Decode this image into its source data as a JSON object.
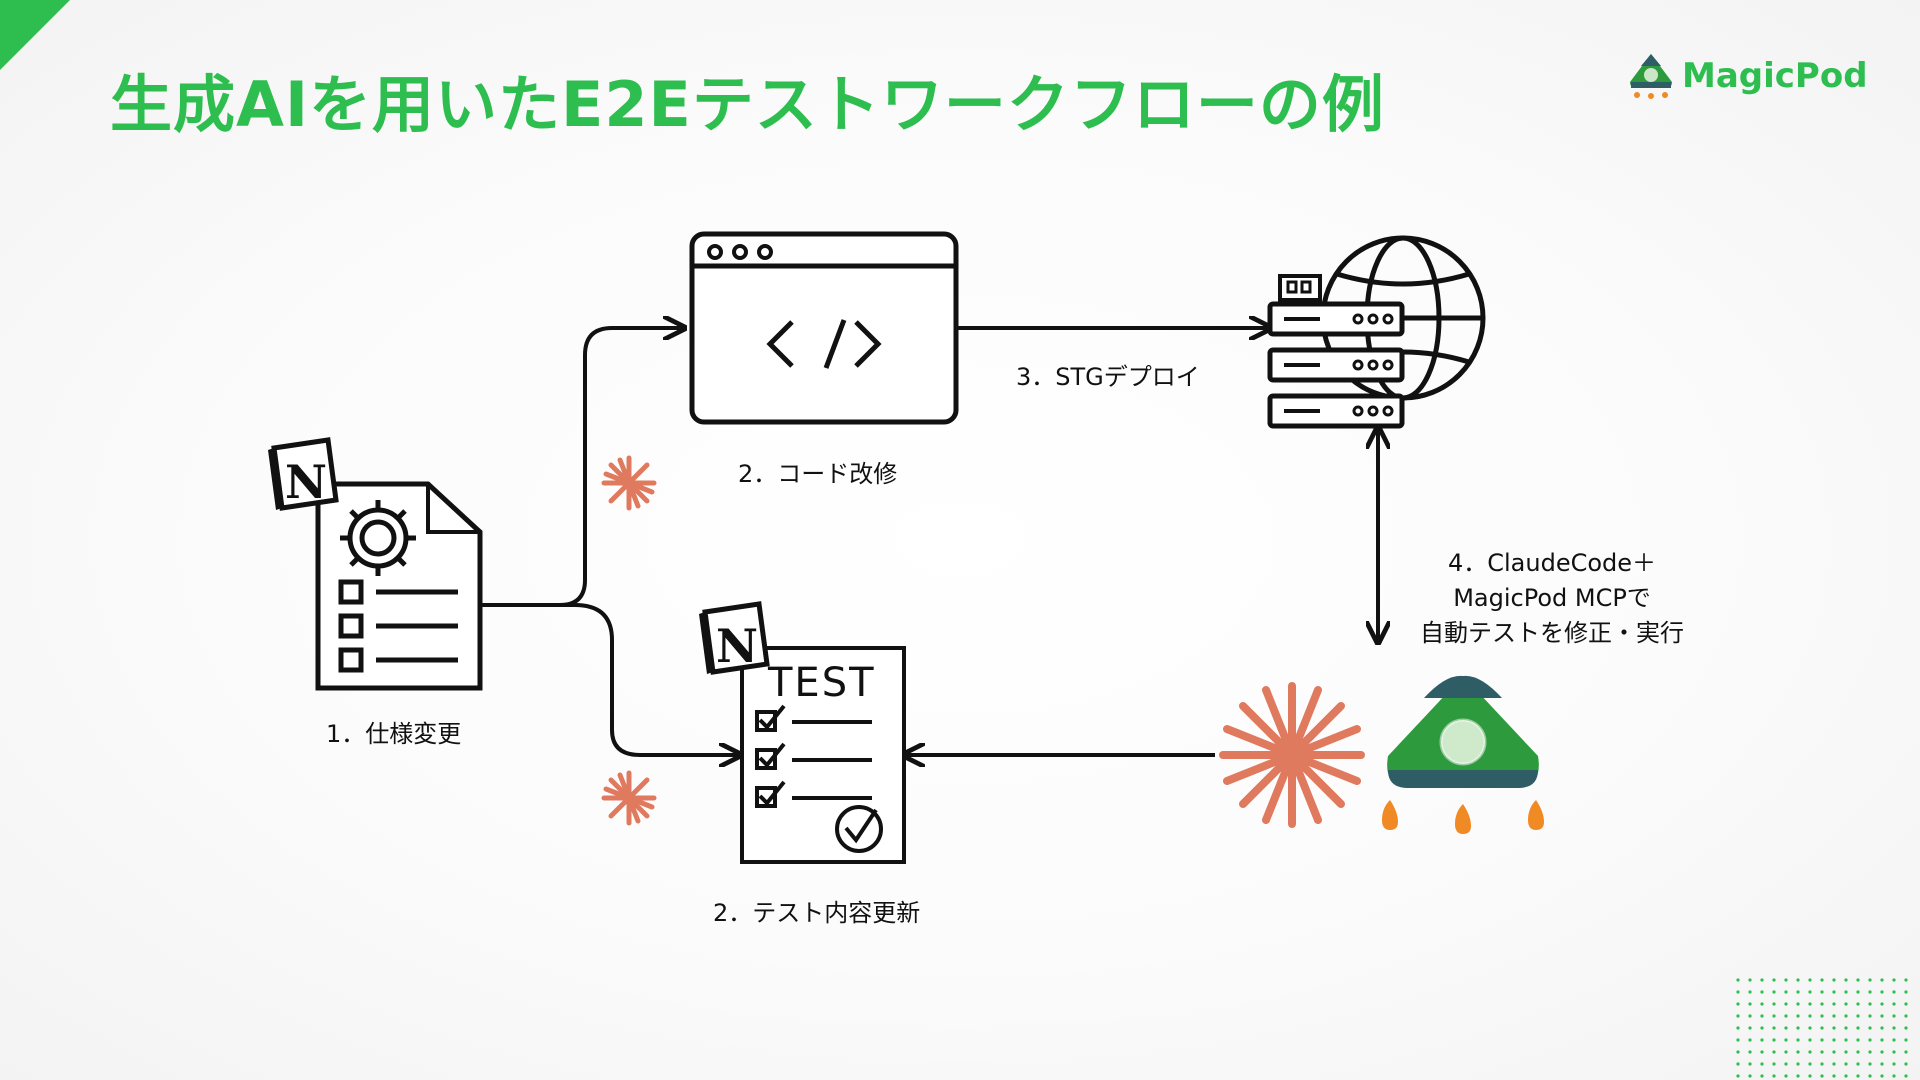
{
  "title": "生成AIを用いたE2Eテストワークフローの例",
  "brand": {
    "name": "MagicPod",
    "icon": "magicpod-rocket-icon"
  },
  "colors": {
    "accent": "#2dbe4f",
    "spark": "#e07a5f",
    "line": "#111111"
  },
  "steps": {
    "spec_change": "1．仕様変更",
    "code_fix": "2．コード改修",
    "test_update": "2．テスト内容更新",
    "stg_deploy": "3．STGデプロイ",
    "auto_test": [
      "4．ClaudeCode＋",
      "MagicPod MCPで",
      "自動テストを修正・実行"
    ]
  },
  "icons": {
    "notion_letter": "N",
    "test_doc_text": "TEST"
  }
}
